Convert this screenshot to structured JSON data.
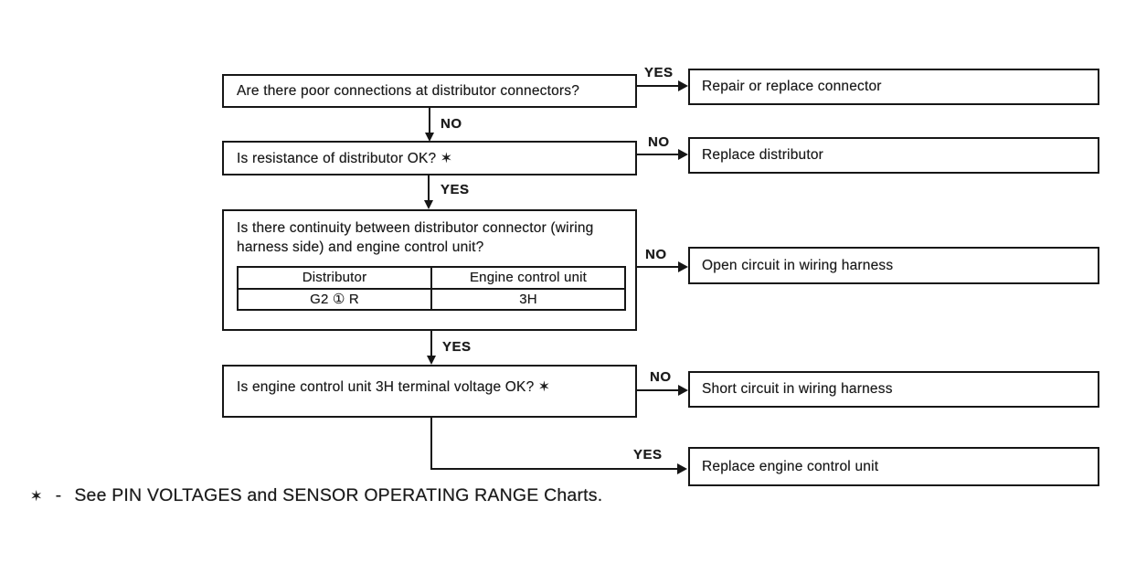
{
  "page": {
    "background": "#ffffff",
    "ink": "#161616"
  },
  "flowchart": {
    "questions": [
      {
        "id": "q1",
        "text": "Are there poor connections at distributor connectors?"
      },
      {
        "id": "q2",
        "text": "Is resistance of distributor OK? ✶"
      },
      {
        "id": "q3",
        "text": "Is there continuity between distributor connector (wiring harness side) and engine control unit?",
        "table": {
          "headers": [
            "Distributor",
            "Engine control unit"
          ],
          "rows": [
            [
              "G2 ① R",
              "3H"
            ]
          ]
        }
      },
      {
        "id": "q4",
        "text": "Is engine control unit 3H terminal voltage OK? ✶"
      }
    ],
    "results": [
      {
        "id": "r1",
        "text": "Repair or replace connector"
      },
      {
        "id": "r2",
        "text": "Replace distributor"
      },
      {
        "id": "r3",
        "text": "Open circuit in wiring harness"
      },
      {
        "id": "r4",
        "text": "Short circuit in wiring harness"
      },
      {
        "id": "r5",
        "text": "Replace engine control unit"
      }
    ],
    "connectors": [
      {
        "from": "q1",
        "to": "r1",
        "label": "YES",
        "direction": "right"
      },
      {
        "from": "q1",
        "to": "q2",
        "label": "NO",
        "direction": "down"
      },
      {
        "from": "q2",
        "to": "r2",
        "label": "NO",
        "direction": "right"
      },
      {
        "from": "q2",
        "to": "q3",
        "label": "YES",
        "direction": "down"
      },
      {
        "from": "q3",
        "to": "r3",
        "label": "NO",
        "direction": "right"
      },
      {
        "from": "q3",
        "to": "q4",
        "label": "YES",
        "direction": "down"
      },
      {
        "from": "q4",
        "to": "r4",
        "label": "NO",
        "direction": "right"
      },
      {
        "from": "q4",
        "to": "r5",
        "label": "YES",
        "direction": "down-right"
      }
    ]
  },
  "footnote": {
    "marker": "✶",
    "separator": "-",
    "text": "See PIN VOLTAGES and SENSOR OPERATING RANGE Charts."
  }
}
